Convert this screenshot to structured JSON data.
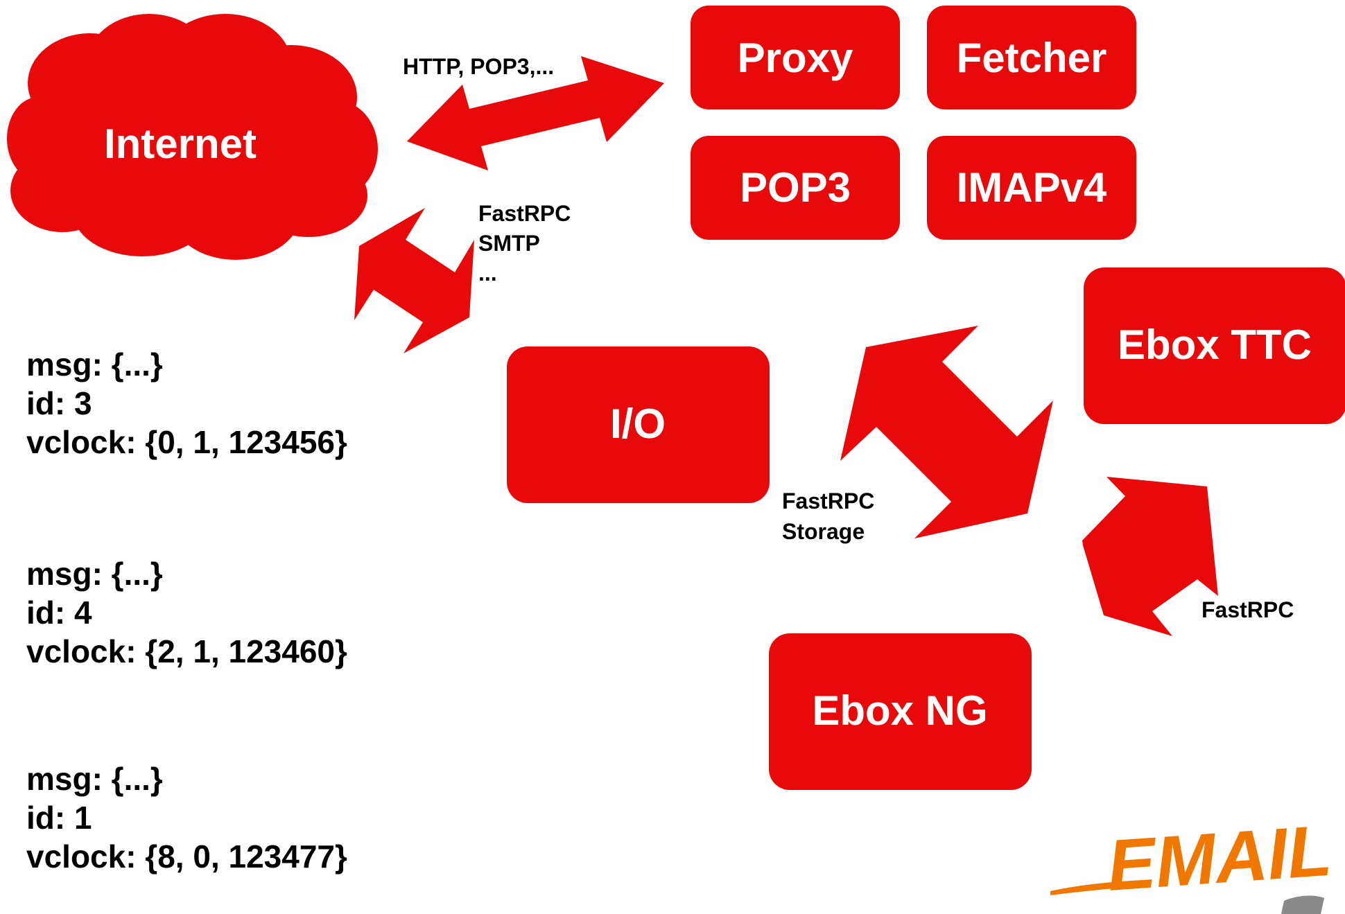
{
  "colors": {
    "accent": "#e8090b",
    "text": "#000000",
    "node_text": "#ffffff",
    "logo_orange": "#f07800",
    "logo_gray": "#8a8a8a"
  },
  "nodes": {
    "internet": "Internet",
    "proxy": "Proxy",
    "fetcher": "Fetcher",
    "pop3": "POP3",
    "imapv4": "IMAPv4",
    "io": "I/O",
    "ebox_ttc": "Ebox TTC",
    "ebox_ng": "Ebox NG"
  },
  "edge_labels": {
    "internet_services": "HTTP, POP3,...",
    "internet_io": [
      "FastRPC",
      "SMTP",
      "..."
    ],
    "io_ebox_ttc": [
      "FastRPC",
      "Storage"
    ],
    "ebox_ttc_ng": "FastRPC"
  },
  "records": [
    {
      "msg": "msg: {...}",
      "id": "id: 3",
      "vclock": "vclock: {0, 1, 123456}"
    },
    {
      "msg": "msg: {...}",
      "id": "id: 4",
      "vclock": "vclock: {2, 1, 123460}"
    },
    {
      "msg": "msg: {...}",
      "id": "id: 1",
      "vclock": "vclock: {8, 0, 123477}"
    }
  ],
  "logo": {
    "text": "EMAIL",
    "icon": "email-logo-icon"
  }
}
